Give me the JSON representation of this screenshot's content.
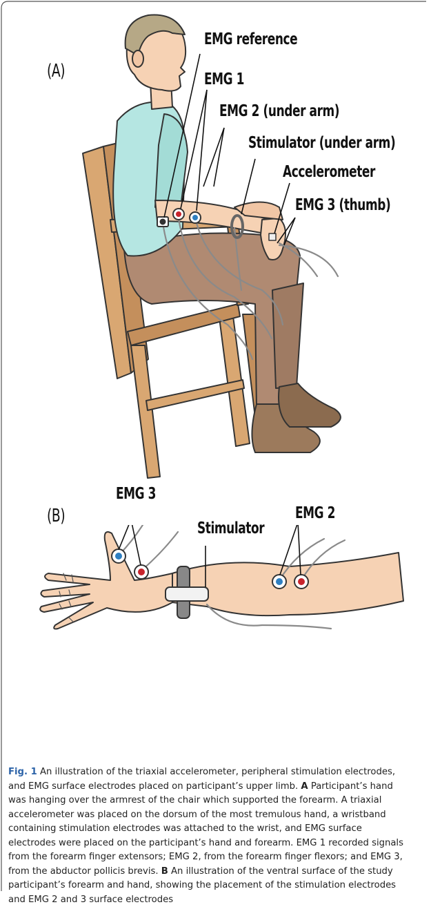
{
  "panel_a": {
    "label": "(A)",
    "callouts": {
      "emg_reference": "EMG reference",
      "emg1": "EMG 1",
      "emg2": "EMG 2 (under arm)",
      "stimulator": "Stimulator (under arm)",
      "accelerometer": "Accelerometer",
      "emg3": "EMG 3 (thumb)"
    }
  },
  "panel_b": {
    "label": "(B)",
    "callouts": {
      "emg3": "EMG 3",
      "stimulator": "Stimulator",
      "emg2": "EMG 2"
    }
  },
  "caption": {
    "fig_label": "Fig. 1",
    "intro": "An illustration of the triaxial accelerometer, peripheral stimulation electrodes, and EMG surface electrodes placed on participant’s upper limb.",
    "a_label": "A",
    "a_text": "Participant’s hand was hanging over the armrest of the chair which supported the forearm. A triaxial accelerometer was placed on the dorsum of the most tremulous hand, a wristband containing stimulation electrodes was attached to the wrist, and EMG surface electrodes were placed on the participant’s hand and forearm. EMG 1 recorded signals from the forearm finger extensors; EMG 2, from the forearm finger flexors; and EMG 3, from the abductor pollicis brevis.",
    "b_label": "B",
    "b_text": "An illustration of the ventral surface of the study participant’s forearm and hand, showing the placement of the stimulation electrodes and EMG 2 and 3 surface electrodes"
  },
  "colors": {
    "skin": "#f6d2b4",
    "shirt": "#b5e6e2",
    "trousers": "#b08a72",
    "chair": "#d9a772",
    "hair": "#b6a886",
    "shoe": "#9c7a5c",
    "electrode_red": "#c8242c",
    "electrode_blue": "#2f7fc1",
    "caption_accent": "#2c63a8"
  }
}
